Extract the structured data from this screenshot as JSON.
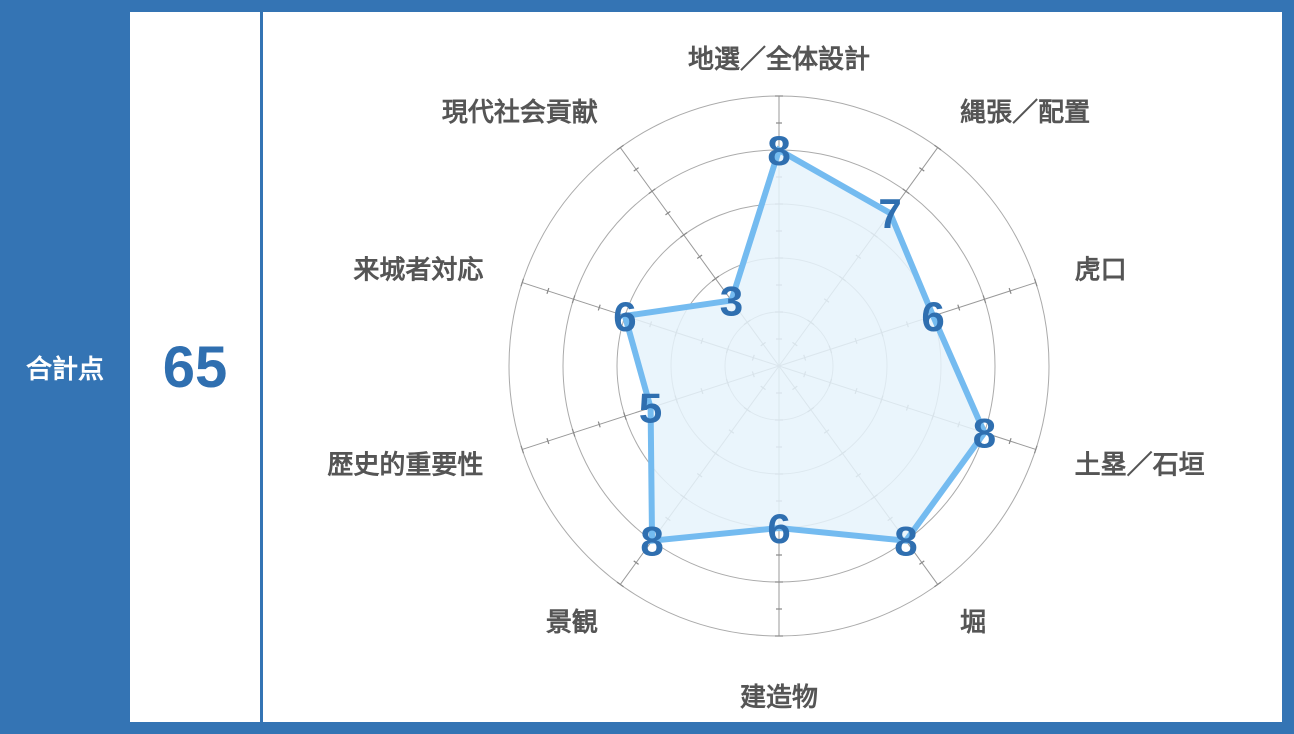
{
  "total_label": "合計点",
  "total_value": "65",
  "colors": {
    "frame": "#3474b4",
    "line": "#74bbf0",
    "fill": "#e6f3fc",
    "value_text": "#2f6fb0",
    "label_text": "#555555",
    "grid": "#aaaaaa"
  },
  "chart_data": {
    "type": "radar",
    "categories": [
      "地選／全体設計",
      "縄張／配置",
      "虎口",
      "土塁／石垣",
      "堀",
      "建造物",
      "景観",
      "歴史的重要性",
      "来城者対応",
      "現代社会貢献"
    ],
    "values": [
      8,
      7,
      6,
      8,
      8,
      6,
      8,
      5,
      6,
      3
    ],
    "labels": [
      "8",
      "7",
      "6",
      "8",
      "8",
      "6",
      "8",
      "5",
      "6",
      "3"
    ],
    "range": [
      0,
      10
    ],
    "ring_step": 2,
    "tick_step": 1,
    "grid": true
  }
}
